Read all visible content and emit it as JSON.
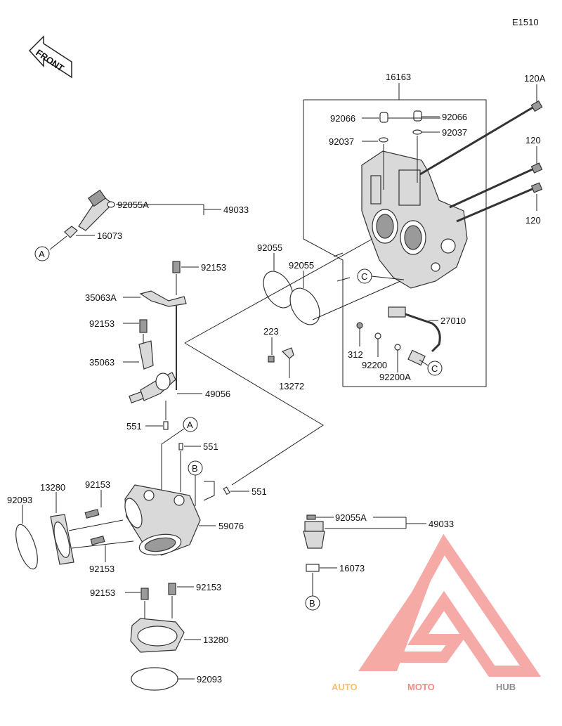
{
  "diagram_code": "E1510",
  "front_label": "FRONT",
  "watermark": {
    "auto": "AUTO",
    "moto": "MOTO",
    "hub": "HUB",
    "colors": {
      "auto": "#f3c26a",
      "moto": "#f28a86",
      "hub": "#8c8c8c",
      "logo": "#f4a19d"
    }
  },
  "callouts": {
    "A": "A",
    "B": "B",
    "C": "C"
  },
  "parts": {
    "p16163": "16163",
    "p120A": "120A",
    "p120_top": "120",
    "p120_bot": "120",
    "p92066_l": "92066",
    "p92066_r": "92066",
    "p92037_l": "92037",
    "p92037_r": "92037",
    "p92055A_top": "92055A",
    "p49033_top": "49033",
    "p16073_top": "16073",
    "p92055_l": "92055",
    "p92055_r": "92055",
    "p92153_a": "92153",
    "p35063A": "35063A",
    "p92153_b": "92153",
    "p35063": "35063",
    "p49056": "49056",
    "p27010": "27010",
    "p223": "223",
    "p312": "312",
    "p92200": "92200",
    "p92200A": "92200A",
    "p13272": "13272",
    "p551_a": "551",
    "p551_b": "551",
    "p551_c": "551",
    "p92093_l": "92093",
    "p13280_l": "13280",
    "p92153_c": "92153",
    "p59076": "59076",
    "p92153_d": "92153",
    "p92153_e": "92153",
    "p92153_f": "92153",
    "p13280_b": "13280",
    "p92093_b": "92093",
    "p92055A_bot": "92055A",
    "p49033_bot": "49033",
    "p16073_bot": "16073"
  }
}
